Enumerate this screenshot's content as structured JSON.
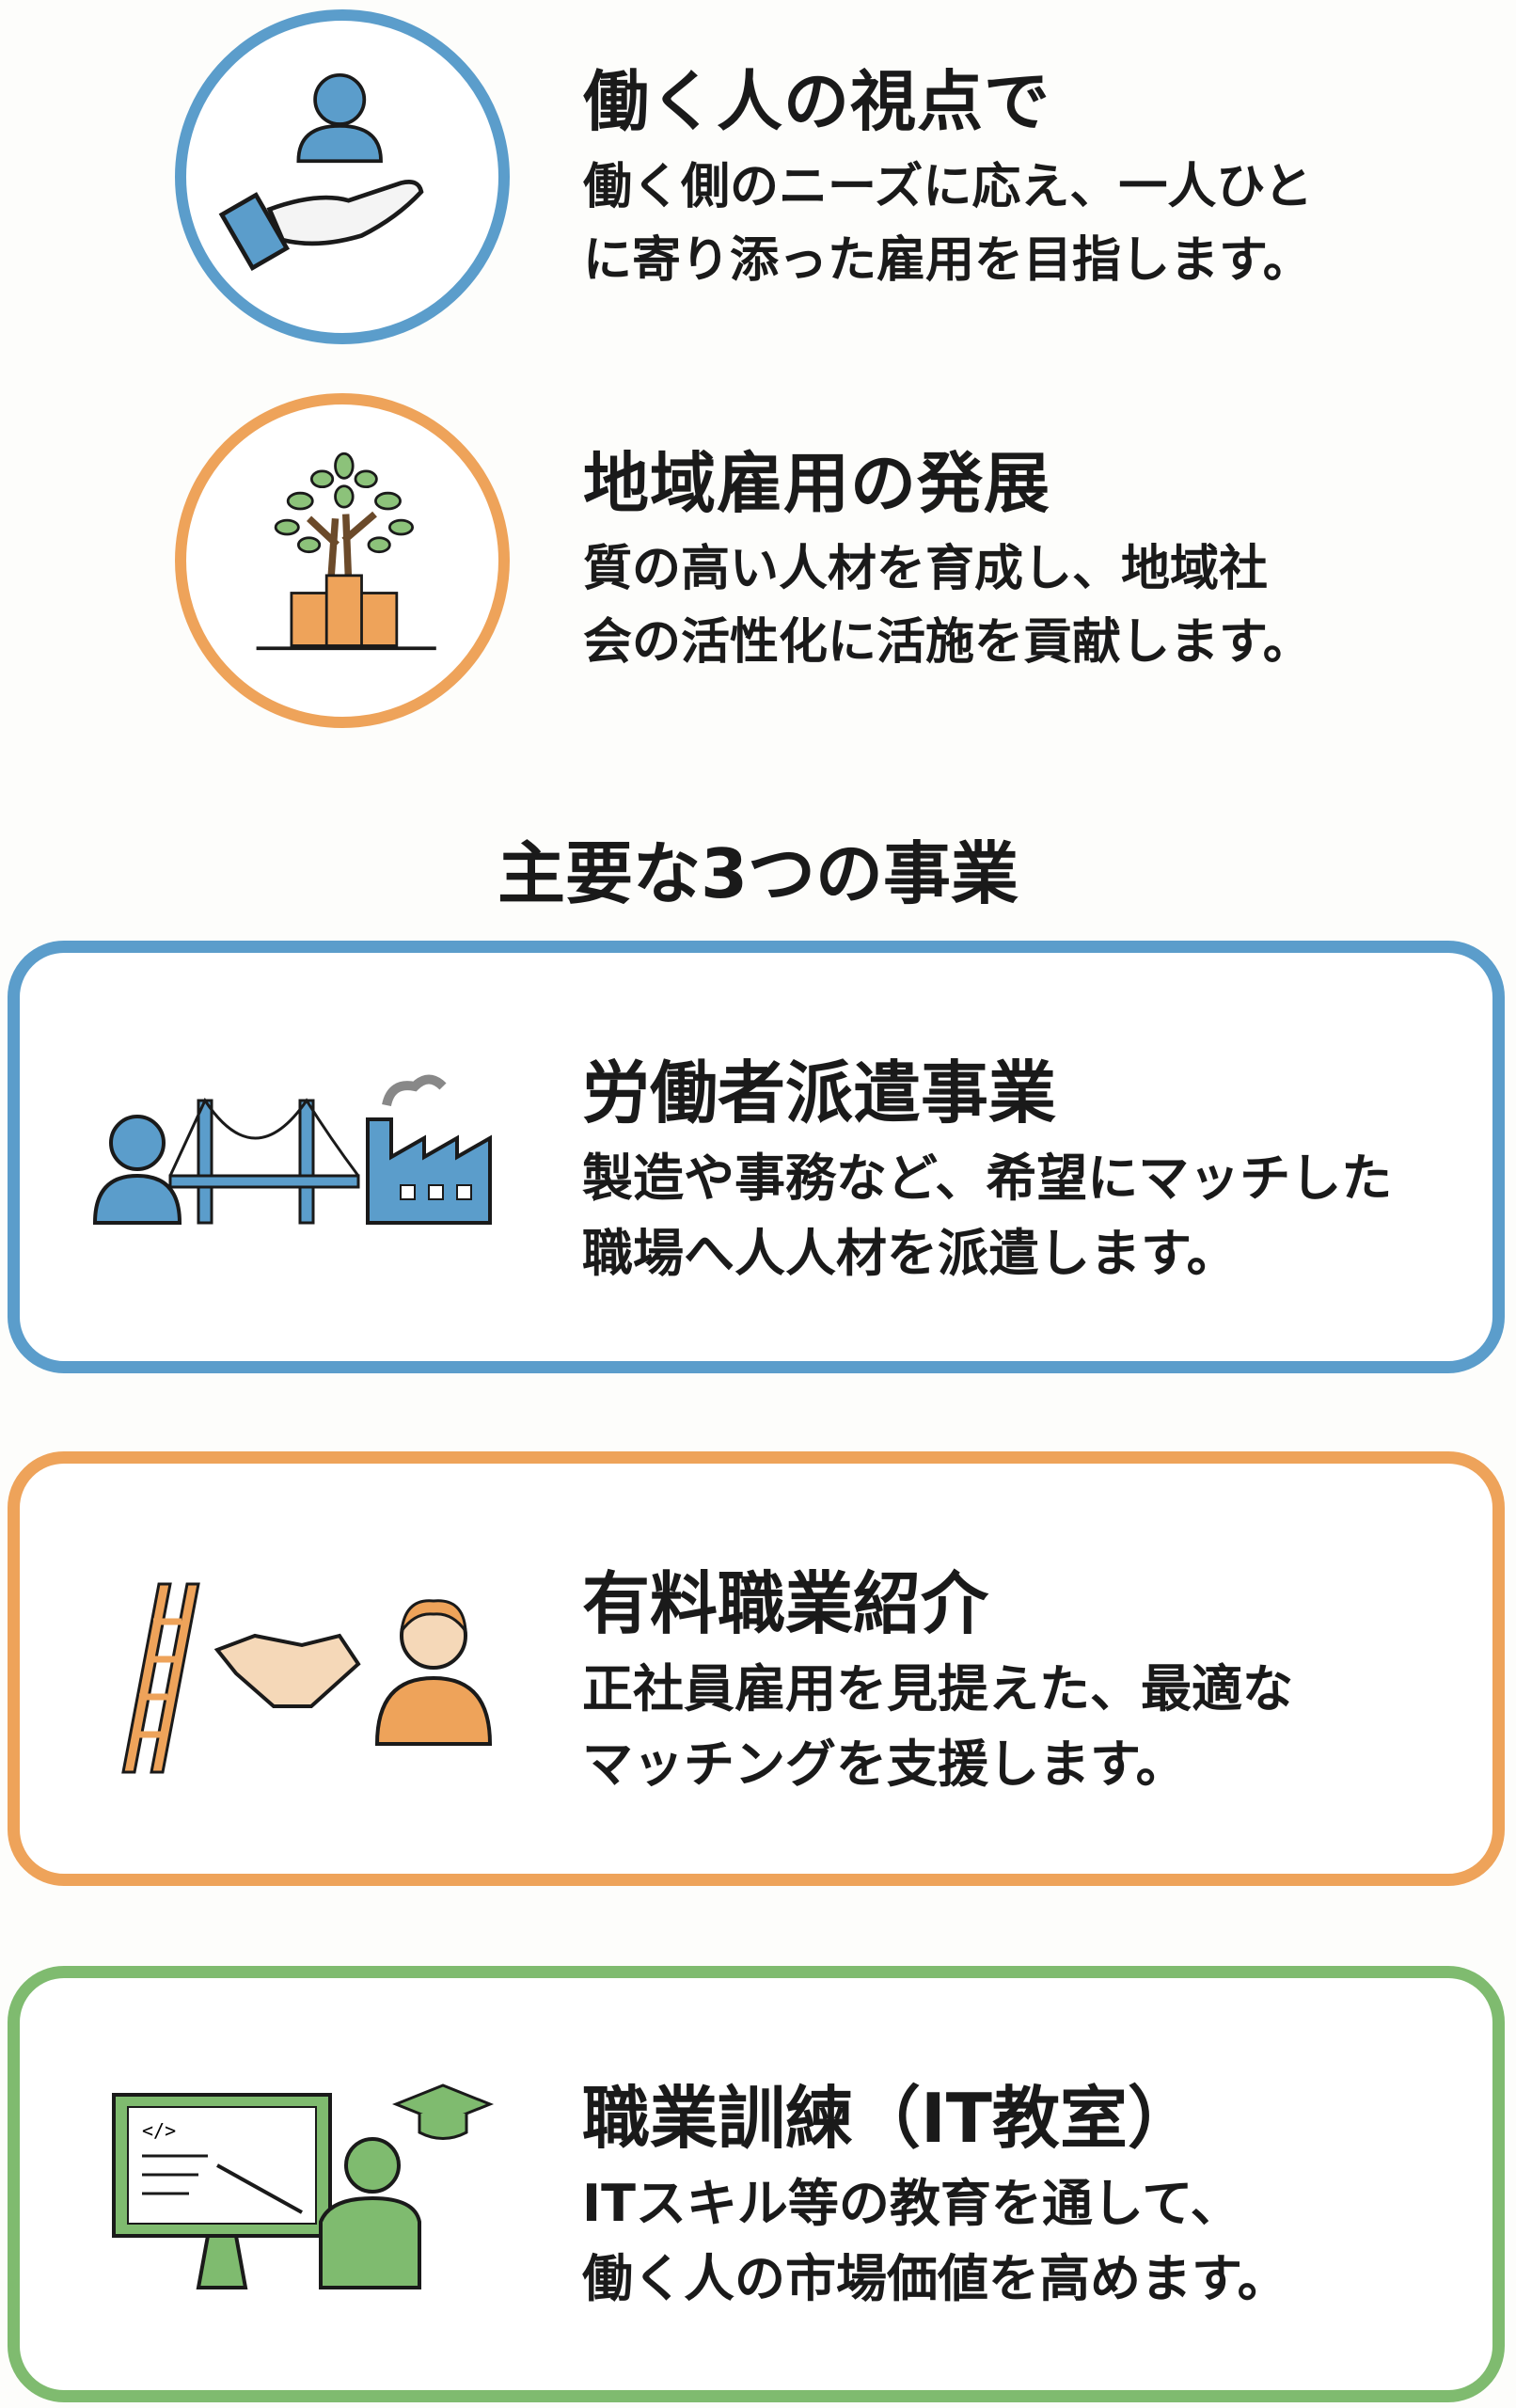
{
  "colors": {
    "blue": "#5b9dcb",
    "orange": "#eea35a",
    "green": "#7fbb6f",
    "text": "#1a1a1a"
  },
  "values": [
    {
      "icon": "hand-holding-person-icon",
      "title": "働く人の視点で",
      "desc": [
        "働く側のニーズに応え、一人ひと",
        "に寄り添った雇用を目指します。"
      ]
    },
    {
      "icon": "tree-building-icon",
      "title": "地域雇用の発展",
      "desc": [
        "質の高い人材を育成し、地域社",
        "会の活性化に活施を貢献します。"
      ]
    }
  ],
  "section_title": "主要な3つの事業",
  "services": [
    {
      "icon": "person-bridge-factory-icon",
      "title": "労働者派遣事業",
      "desc": [
        "製造や事務など、希望にマッチした",
        "職場へ人人材を派遣します。"
      ]
    },
    {
      "icon": "ladder-handshake-person-icon",
      "title": "有料職業紹介",
      "desc": [
        "正社員雇用を見提えた、最適な",
        "マッチングを支援します。"
      ]
    },
    {
      "icon": "monitor-teacher-icon",
      "title": "職業訓練（IT教室）",
      "desc": [
        "ITスキル等の教育を通して、",
        "働く人の市場価値を高めます。"
      ],
      "code_label": "</>"
    }
  ]
}
